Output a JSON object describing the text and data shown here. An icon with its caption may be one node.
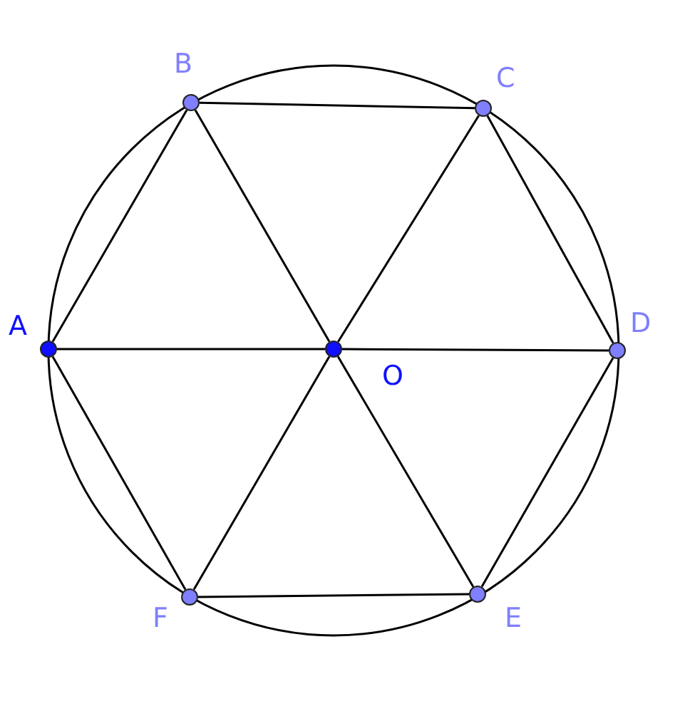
{
  "diagram": {
    "nodes": [
      {
        "text": [
          "B"
        ]
      },
      {
        "text": [
          "C"
        ]
      },
      {
        "text": [
          "A"
        ]
      },
      {
        "text": [
          "O"
        ]
      },
      {
        "text": [
          "D"
        ]
      },
      {
        "text": [
          "F"
        ]
      },
      {
        "text": [
          "E"
        ]
      }
    ],
    "edges": [
      {
        "from": 2,
        "to": 0,
        "arrow": "none"
      },
      {
        "from": 0,
        "to": 1,
        "arrow": "none"
      },
      {
        "from": 1,
        "to": 4,
        "arrow": "none"
      },
      {
        "from": 4,
        "to": 6,
        "arrow": "none"
      },
      {
        "from": 6,
        "to": 5,
        "arrow": "none"
      },
      {
        "from": 5,
        "to": 2,
        "arrow": "none"
      },
      {
        "from": 2,
        "to": 3,
        "arrow": "none"
      },
      {
        "from": 3,
        "to": 4,
        "arrow": "none"
      },
      {
        "from": 0,
        "to": 3,
        "arrow": "none"
      },
      {
        "from": 3,
        "to": 6,
        "arrow": "none"
      },
      {
        "from": 1,
        "to": 3,
        "arrow": "none"
      },
      {
        "from": 3,
        "to": 5,
        "arrow": "none"
      }
    ]
  }
}
